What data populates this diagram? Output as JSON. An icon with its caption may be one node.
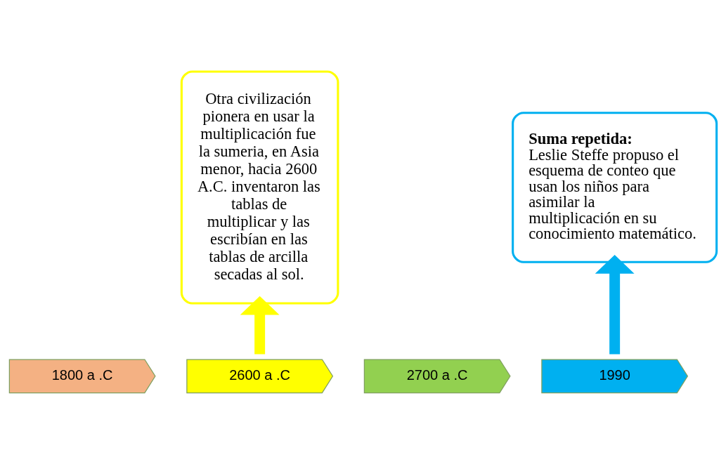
{
  "diagram": {
    "nodes": [
      {
        "text": [
          "Otra civilización pionera en usar la multiplicación fue la sumeria, en Asia menor, hacia 2600 A.C. inventaron las tablas de multiplicar y las escribían en las tablas de arcilla secadas al sol."
        ]
      },
      {
        "text": [
          "Suma repetida:",
          "Leslie Steffe propuso el esquema de conteo que usan los niños para asimilar la multiplicación en su conocimiento matemático."
        ]
      },
      {
        "text": [
          "1800 a .C"
        ]
      },
      {
        "text": [
          "2600 a .C"
        ]
      },
      {
        "text": [
          "2700 a .C"
        ]
      },
      {
        "text": [
          "1990"
        ]
      }
    ],
    "edges": [
      {
        "from": 3,
        "to": 0,
        "arrow": "to",
        "color": "#ffff00"
      },
      {
        "from": 5,
        "to": 1,
        "arrow": "to",
        "color": "#00b0f0"
      }
    ]
  }
}
